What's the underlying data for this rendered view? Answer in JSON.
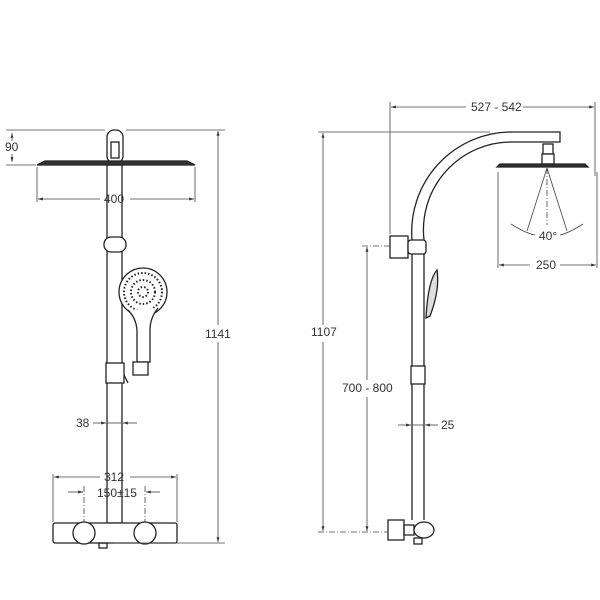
{
  "front_view": {
    "dims": {
      "head_height": "90",
      "head_width": "400",
      "total_height": "1141",
      "pipe_diameter": "38",
      "mixer_width": "312",
      "inlet_spacing": "150±15"
    }
  },
  "side_view": {
    "dims": {
      "projection": "527 - 542",
      "total_height": "1107",
      "bracket_height": "700 - 800",
      "pipe_diameter": "25",
      "head_width": "250",
      "spray_angle": "40°"
    }
  }
}
